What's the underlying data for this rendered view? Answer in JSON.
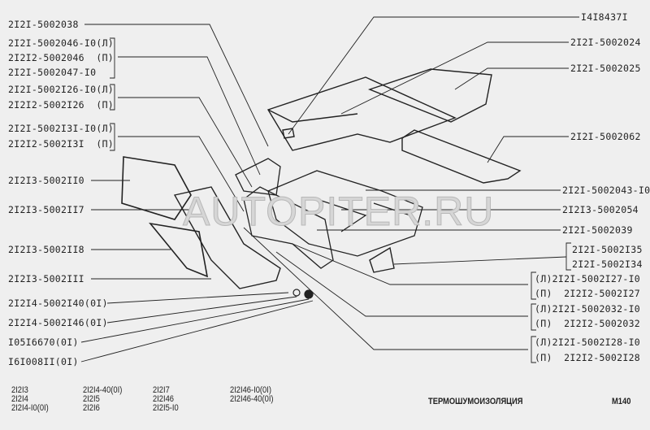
{
  "watermark": "AUTOPITER.RU",
  "left_labels": [
    [
      "2I2I-5002038"
    ],
    [
      "2I2I-5002046-I0(Л)",
      "2I2I2-5002046  (П)",
      "2I2I-5002047-I0"
    ],
    [
      "2I2I-5002I26-I0(Л)",
      "2I2I2-5002I26  (П)"
    ],
    [
      "2I2I-5002I3I-I0(Л)",
      "2I2I2-5002I3I  (П)"
    ],
    [
      "2I2I3-5002II0"
    ],
    [
      "2I2I3-5002II7"
    ],
    [
      "2I2I3-5002II8"
    ],
    [
      "2I2I3-5002III"
    ],
    [
      "2I2I4-5002I40(0I)"
    ],
    [
      "2I2I4-5002I46(0I)"
    ],
    [
      "I05I6670(0I)"
    ],
    [
      "I6I008II(0I)"
    ]
  ],
  "right_labels": [
    [
      "I4I8437I"
    ],
    [
      "2I2I-5002024"
    ],
    [
      "2I2I-5002025"
    ],
    [
      "2I2I-5002062"
    ],
    [
      "2I2I-5002043-I0"
    ],
    [
      "2I2I3-5002054"
    ],
    [
      "2I2I-5002039"
    ],
    [
      "2I2I-5002I35",
      "2I2I-5002I34"
    ],
    [
      "(Л)2I2I-5002I27-I0",
      "(П)  2I2I2-5002I27"
    ],
    [
      "(Л)2I2I-5002032-I0",
      "(П)  2I2I2-5002032"
    ],
    [
      "(Л)2I2I-5002I28-I0",
      "(П)  2I2I2-5002I28"
    ]
  ],
  "footer": {
    "models": [
      [
        "2I2I3",
        "2I2I4",
        "2I2I4-I0(0I)"
      ],
      [
        "2I2I4-40(0I)",
        "2I2I5",
        "2I2I6"
      ],
      [
        "2I2I7",
        "2I2I46",
        "2I2I5-I0"
      ],
      [
        "2I2I46-I0(0I)",
        "2I2I46-40(0I)"
      ]
    ],
    "title": "ТЕРМОШУМОИЗОЛЯЦИЯ",
    "code": "M140"
  }
}
